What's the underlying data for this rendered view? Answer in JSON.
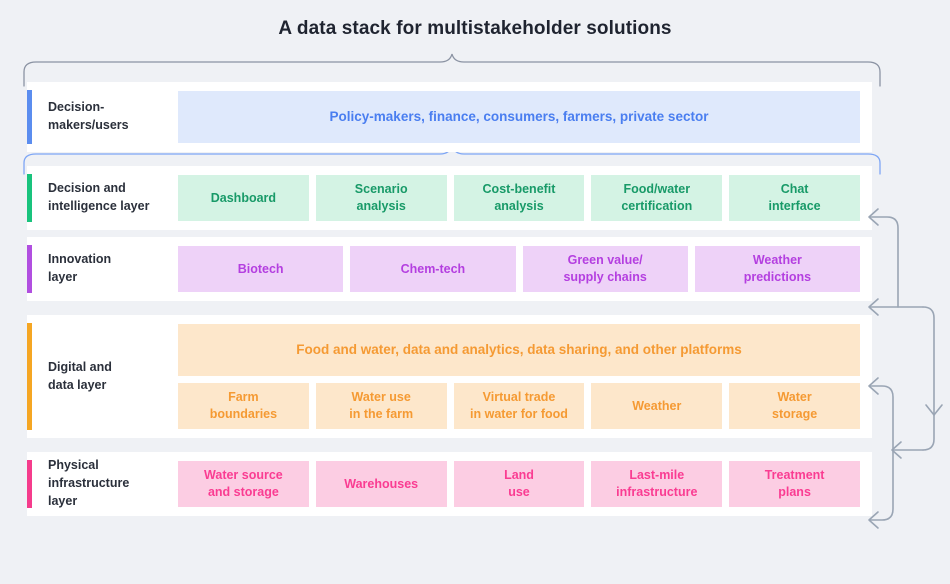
{
  "title": "A data stack for multistakeholder solutions",
  "colors": {
    "background": "#eff1f5",
    "card": "#ffffff",
    "title_text": "#1f2430",
    "brace_top": "#8b93a3",
    "brace_second": "#7ea6f5",
    "arrow": "#9aa5b4",
    "accent_blue": "#5b8def",
    "accent_green": "#19c37d",
    "accent_purple": "#b14fe0",
    "accent_orange": "#f5a623",
    "accent_pink": "#f53c8c",
    "chip_blue_bg": "#dfe9fc",
    "chip_blue_text": "#4a7ef0",
    "chip_green_bg": "#d4f3e4",
    "chip_green_text": "#189a68",
    "chip_purple_bg": "#eed2f8",
    "chip_purple_text": "#b43fe0",
    "chip_orange_bg": "#fde7cb",
    "chip_orange_text": "#f59a33",
    "chip_pink_bg": "#fccde3",
    "chip_pink_text": "#fa3c92"
  },
  "layers": [
    {
      "id": "decision-makers-users",
      "label": "Decision-\nmakers/users",
      "accent": "blue",
      "rows": [
        {
          "variant": "banner",
          "chips": [
            {
              "label": "Policy-makers, finance, consumers, farmers, private sector",
              "color": "blue"
            }
          ]
        }
      ]
    },
    {
      "id": "decision-and-intelligence-layer",
      "label": "Decision and\nintelligence layer",
      "accent": "green",
      "rows": [
        {
          "variant": "chips",
          "chips": [
            {
              "label": "Dashboard",
              "color": "green"
            },
            {
              "label": "Scenario\nanalysis",
              "color": "green"
            },
            {
              "label": "Cost-benefit\nanalysis",
              "color": "green"
            },
            {
              "label": "Food/water\ncertification",
              "color": "green"
            },
            {
              "label": "Chat\ninterface",
              "color": "green"
            }
          ]
        }
      ]
    },
    {
      "id": "innovation-layer",
      "label": "Innovation\nlayer",
      "accent": "purple",
      "rows": [
        {
          "variant": "chips",
          "chips": [
            {
              "label": "Biotech",
              "color": "purple"
            },
            {
              "label": "Chem-tech",
              "color": "purple"
            },
            {
              "label": "Green value/\nsupply chains",
              "color": "purple"
            },
            {
              "label": "Weather\npredictions",
              "color": "purple"
            }
          ]
        }
      ]
    },
    {
      "id": "digital-and-data-layer",
      "label": "Digital and\ndata layer",
      "accent": "orange",
      "rows": [
        {
          "variant": "banner",
          "chips": [
            {
              "label": "Food and water, data and analytics, data sharing, and other platforms",
              "color": "orange"
            }
          ]
        },
        {
          "variant": "chips",
          "chips": [
            {
              "label": "Farm\nboundaries",
              "color": "orange"
            },
            {
              "label": "Water use\nin the farm",
              "color": "orange"
            },
            {
              "label": "Virtual trade\nin water for food",
              "color": "orange"
            },
            {
              "label": "Weather",
              "color": "orange"
            },
            {
              "label": "Water\nstorage",
              "color": "orange"
            }
          ]
        }
      ]
    },
    {
      "id": "physical-infrastructure-layer",
      "label": "Physical\ninfrastructure\nlayer",
      "accent": "pink",
      "rows": [
        {
          "variant": "chips",
          "chips": [
            {
              "label": "Water source\nand storage",
              "color": "pink"
            },
            {
              "label": "Warehouses",
              "color": "pink"
            },
            {
              "label": "Land\nuse",
              "color": "pink"
            },
            {
              "label": "Last-mile\ninfrastructure",
              "color": "pink"
            },
            {
              "label": "Treatment\nplans",
              "color": "pink"
            }
          ]
        }
      ]
    }
  ],
  "connectors": {
    "brace_top_name": "brace-over-decision-makers",
    "brace_second_name": "brace-over-intelligence-layer",
    "feedback_arrows_name": "feedback-arrows"
  }
}
